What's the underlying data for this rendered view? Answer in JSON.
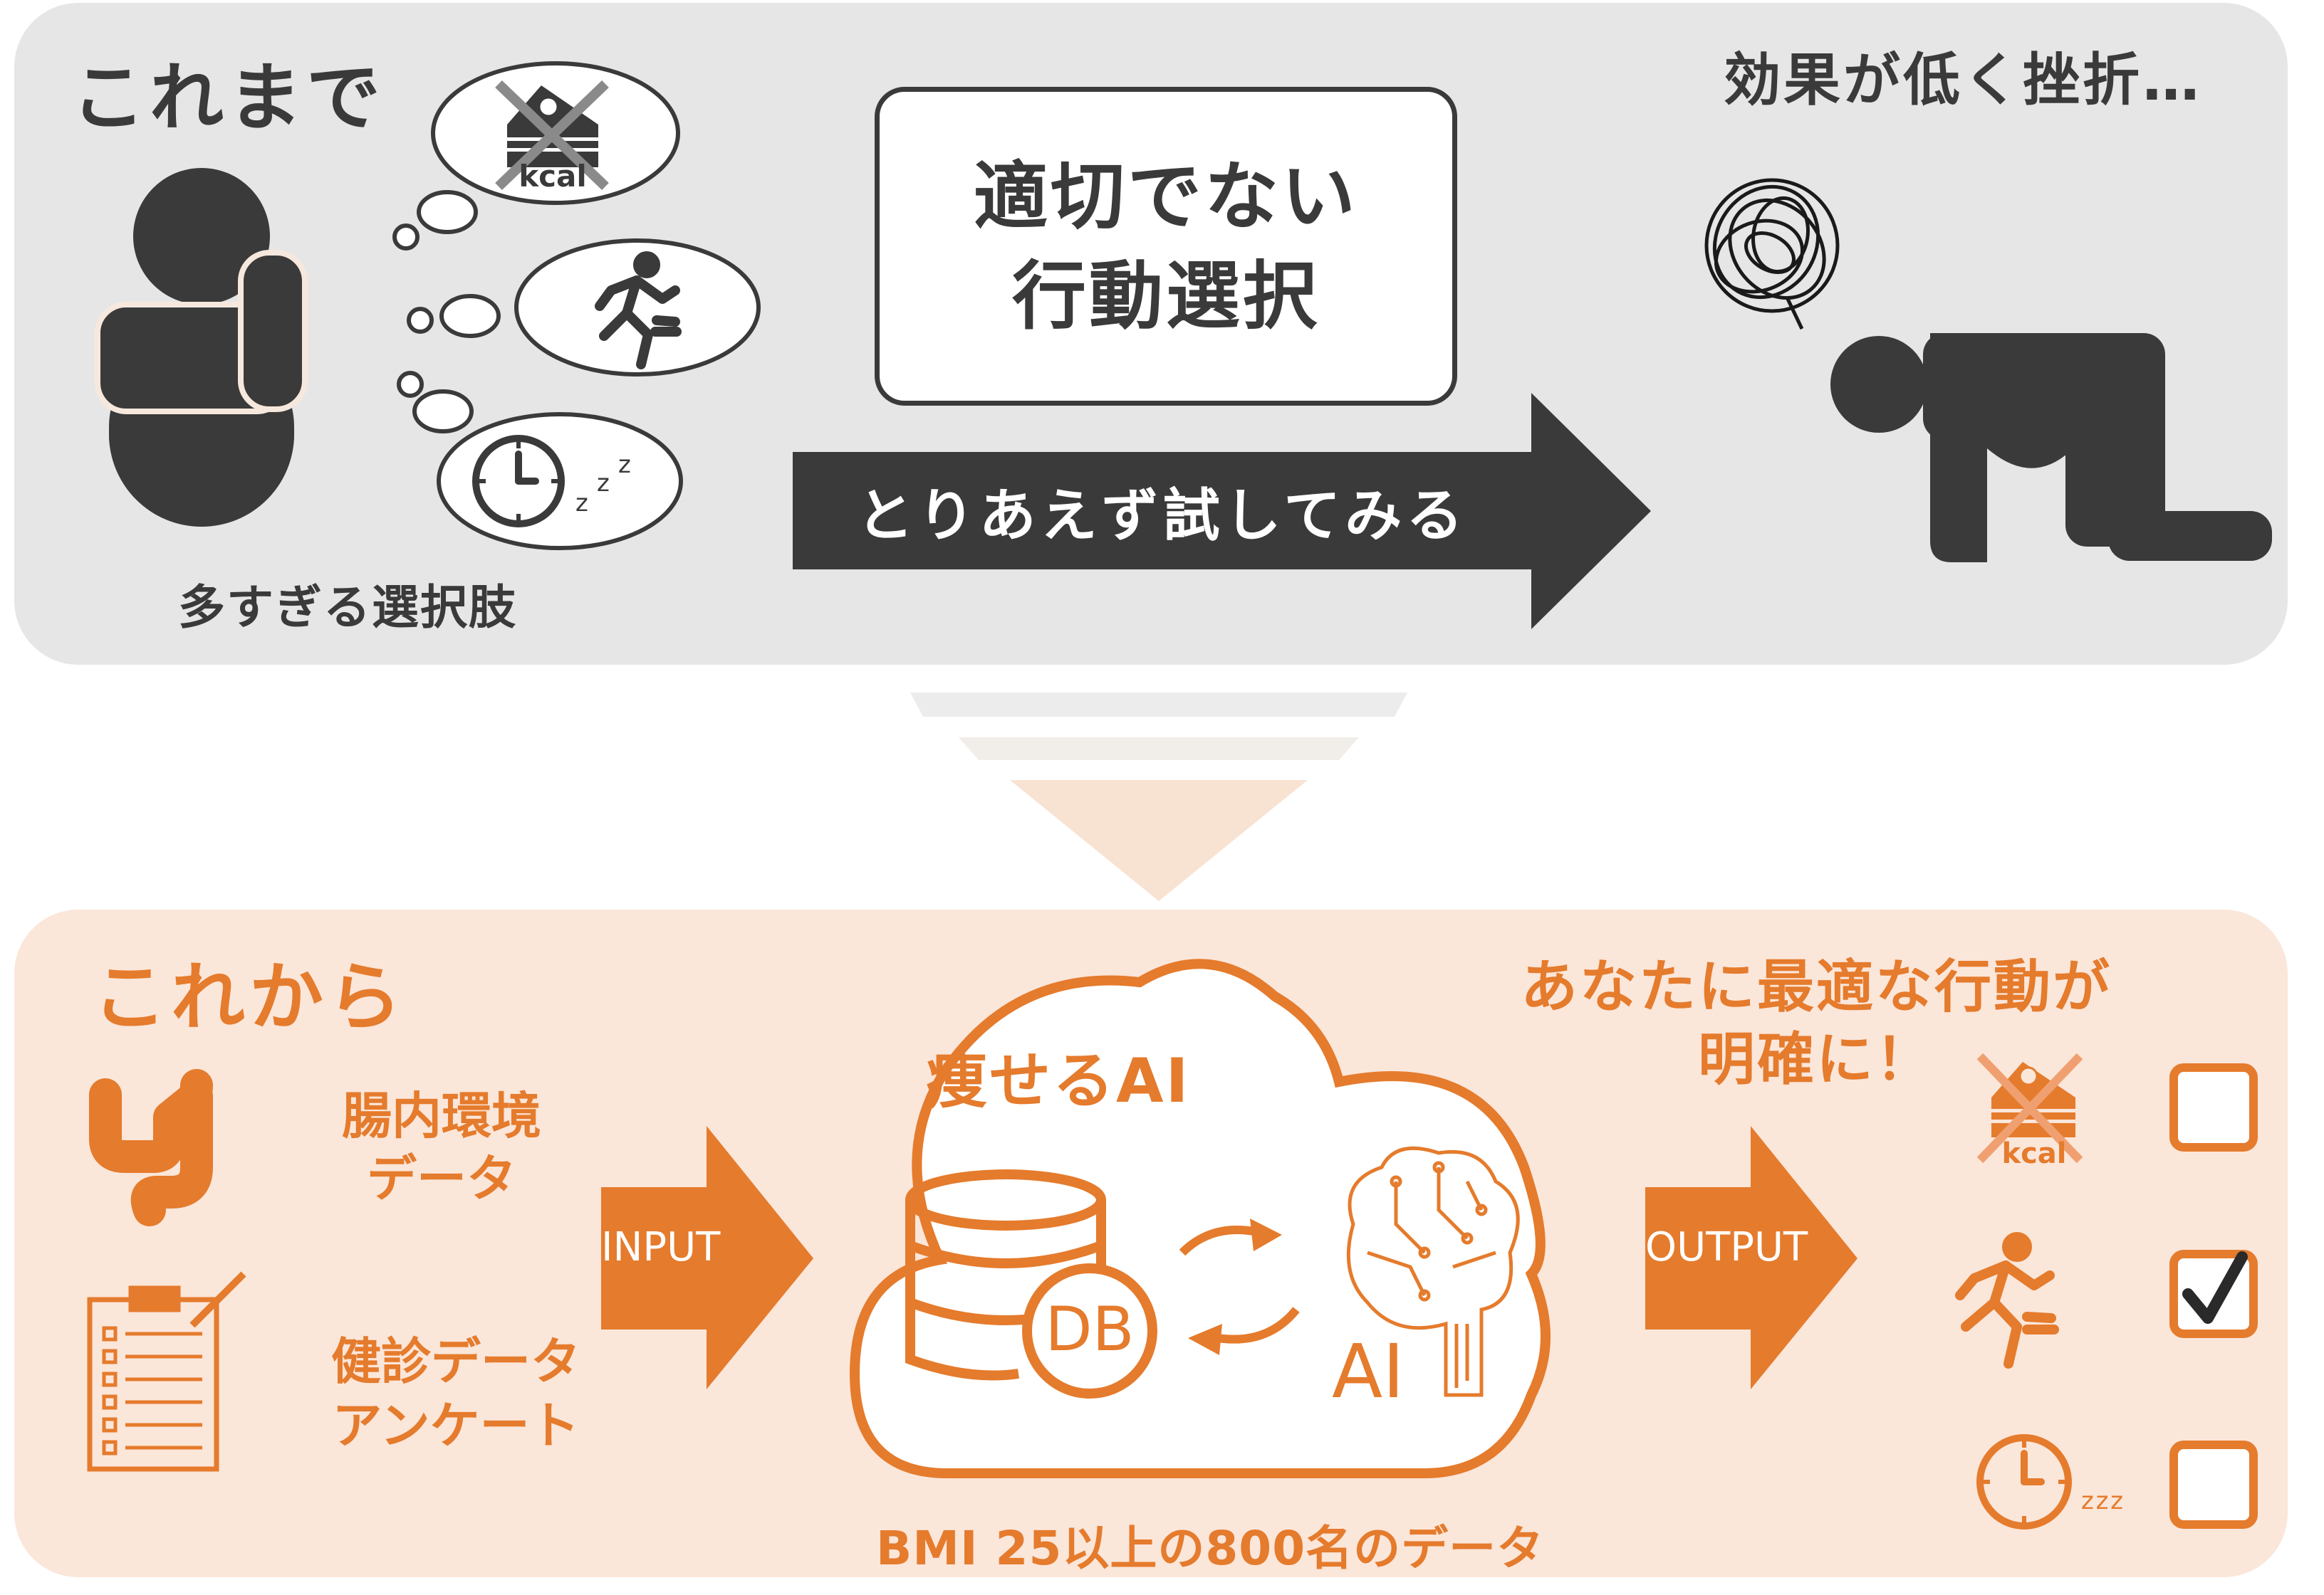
{
  "before": {
    "heading": "これまで",
    "too_many_choices": "多すぎる選択肢",
    "bad_choice_line1": "適切でない",
    "bad_choice_line2": "行動選択",
    "try_anyway": "とりあえず試してみる",
    "result": "効果が低く挫折…",
    "thought_icons": [
      "cake-kcal-crossed-icon",
      "runner-icon",
      "clock-sleep-icon"
    ]
  },
  "after": {
    "heading": "これから",
    "gut_data_line1": "腸内環境",
    "gut_data_line2": "データ",
    "checkup_line1": "健診データ",
    "checkup_line2": "アンケート",
    "input_label": "INPUT",
    "output_label": "OUTPUT",
    "cloud_title": "痩せるAI",
    "db_label": "DB",
    "ai_label": "AI",
    "dataset_note": "BMI 25以上の800名のデータ",
    "optimal_line1": "あなたに最適な行動が",
    "optimal_line2": "明確に！",
    "kcal_label": "kcal",
    "zzz": "z z z",
    "options": [
      {
        "icon": "cake-kcal-crossed-icon",
        "checked": false
      },
      {
        "icon": "runner-icon",
        "checked": true
      },
      {
        "icon": "clock-sleep-icon",
        "checked": false
      }
    ]
  },
  "colors": {
    "dark": "#3a3a3a",
    "orange": "#e57b2c",
    "panel_gray": "#e6e6e6",
    "panel_peach": "#fbe6da"
  }
}
